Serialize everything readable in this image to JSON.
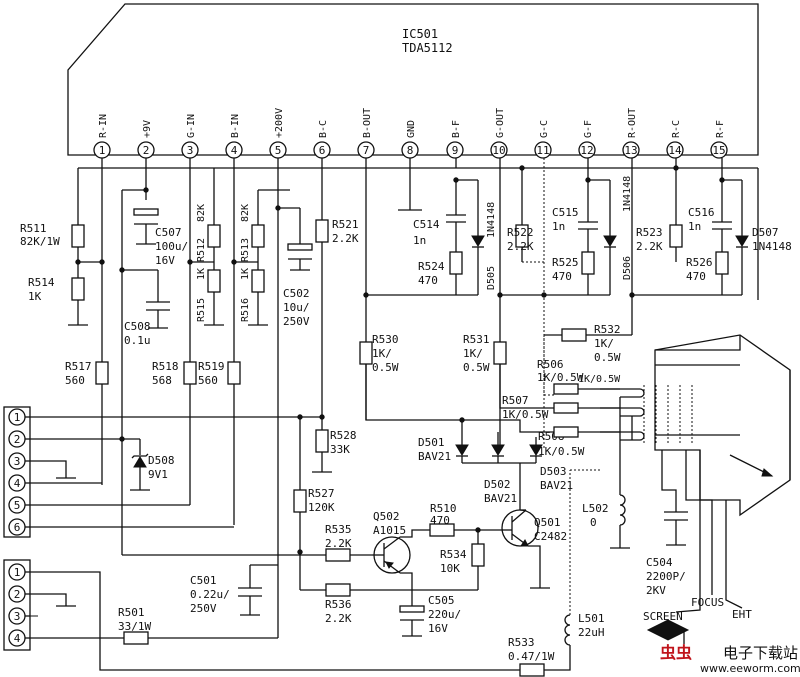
{
  "ic": {
    "ref": "IC501",
    "part": "TDA5112",
    "pins": [
      {
        "num": "1",
        "name": "R-IN"
      },
      {
        "num": "2",
        "name": "+9V"
      },
      {
        "num": "3",
        "name": "G-IN"
      },
      {
        "num": "4",
        "name": "B-IN"
      },
      {
        "num": "5",
        "name": "+200V"
      },
      {
        "num": "6",
        "name": "B-C"
      },
      {
        "num": "7",
        "name": "B-OUT"
      },
      {
        "num": "8",
        "name": "GND"
      },
      {
        "num": "9",
        "name": "B-F"
      },
      {
        "num": "10",
        "name": "G-OUT"
      },
      {
        "num": "11",
        "name": "G-C"
      },
      {
        "num": "12",
        "name": "G-F"
      },
      {
        "num": "13",
        "name": "R-OUT"
      },
      {
        "num": "14",
        "name": "R-C"
      },
      {
        "num": "15",
        "name": "R-F"
      }
    ]
  },
  "components": {
    "r511": {
      "ref": "R511",
      "value": "82K/1W"
    },
    "r514": {
      "ref": "R514",
      "value": "1K"
    },
    "c507": {
      "ref": "C507",
      "value1": "100u/",
      "value2": "16V"
    },
    "c508": {
      "ref": "C508",
      "value": "0.1u"
    },
    "r512": {
      "ref": "R512",
      "value": "82K"
    },
    "r515": {
      "ref": "R515",
      "value": "1K"
    },
    "r513": {
      "ref": "R513",
      "value": "82K"
    },
    "r516": {
      "ref": "R516",
      "value": "1K"
    },
    "r521": {
      "ref": "R521",
      "value": "2.2K"
    },
    "c502": {
      "ref": "C502",
      "value1": "10u/",
      "value2": "250V"
    },
    "c514": {
      "ref": "C514",
      "value": "1n"
    },
    "d505": {
      "ref": "D505",
      "value": "1N4148"
    },
    "r524": {
      "ref": "R524",
      "value": "470"
    },
    "r522": {
      "ref": "R522",
      "value": "2.2K"
    },
    "c515": {
      "ref": "C515",
      "value": "1n"
    },
    "r525": {
      "ref": "R525",
      "value": "470"
    },
    "d506": {
      "ref": "D506",
      "value": "1N4148"
    },
    "r523": {
      "ref": "R523",
      "value": "2.2K"
    },
    "c516": {
      "ref": "C516",
      "value": "1n"
    },
    "r526": {
      "ref": "R526",
      "value": "470"
    },
    "d507": {
      "ref": "D507",
      "value": "1N4148"
    },
    "r517": {
      "ref": "R517",
      "value": "560"
    },
    "r518": {
      "ref": "R518",
      "value": "568"
    },
    "r519": {
      "ref": "R519",
      "value": "560"
    },
    "r530": {
      "ref": "R530",
      "value1": "1K/",
      "value2": "0.5W"
    },
    "r531": {
      "ref": "R531",
      "value1": "1K/",
      "value2": "0.5W"
    },
    "r532": {
      "ref": "R532",
      "value1": "1K/",
      "value2": "0.5W"
    },
    "r506": {
      "ref": "R506",
      "value": "1K/0.5W"
    },
    "r507": {
      "ref": "R507",
      "value": "1K/0.5W"
    },
    "r508": {
      "ref": "R508",
      "value": "1K/0.5W"
    },
    "d501": {
      "ref": "D501",
      "value": "BAV21"
    },
    "d502": {
      "ref": "D502",
      "value": "BAV21"
    },
    "d503": {
      "ref": "D503",
      "value": "BAV21"
    },
    "r528": {
      "ref": "R528",
      "value": "33K"
    },
    "d508": {
      "ref": "D508",
      "value": "9V1"
    },
    "r527": {
      "ref": "R527",
      "value": "120K"
    },
    "q502": {
      "ref": "Q502",
      "value": "A1015"
    },
    "r535": {
      "ref": "R535",
      "value": "2.2K"
    },
    "r510": {
      "ref": "R510",
      "value": "470"
    },
    "q501": {
      "ref": "Q501",
      "value": "C2482"
    },
    "r534": {
      "ref": "R534",
      "value": "10K"
    },
    "c501": {
      "ref": "C501",
      "value1": "0.22u/",
      "value2": "250V"
    },
    "r536": {
      "ref": "R536",
      "value": "2.2K"
    },
    "c505": {
      "ref": "C505",
      "value1": "220u/",
      "value2": "16V"
    },
    "r501": {
      "ref": "R501",
      "value": "33/1W"
    },
    "l502": {
      "ref": "L502",
      "value": "0"
    },
    "c504": {
      "ref": "C504",
      "value1": "2200P/",
      "value2": "2KV"
    },
    "l501": {
      "ref": "L501",
      "value": "22uH"
    },
    "r533": {
      "ref": "R533",
      "value": "0.47/1W"
    }
  },
  "connectors": {
    "cn_top": [
      "1",
      "2",
      "3",
      "4",
      "5",
      "6"
    ],
    "cn_bottom": [
      "1",
      "2",
      "3",
      "4"
    ]
  },
  "crt_labels": {
    "screen": "SCREEN",
    "focus": "FOCUS",
    "eht": "EHT"
  },
  "watermark": {
    "logo_chars": "虫虫",
    "site_name": "电子下载站",
    "url": "www.eeworm.com"
  }
}
